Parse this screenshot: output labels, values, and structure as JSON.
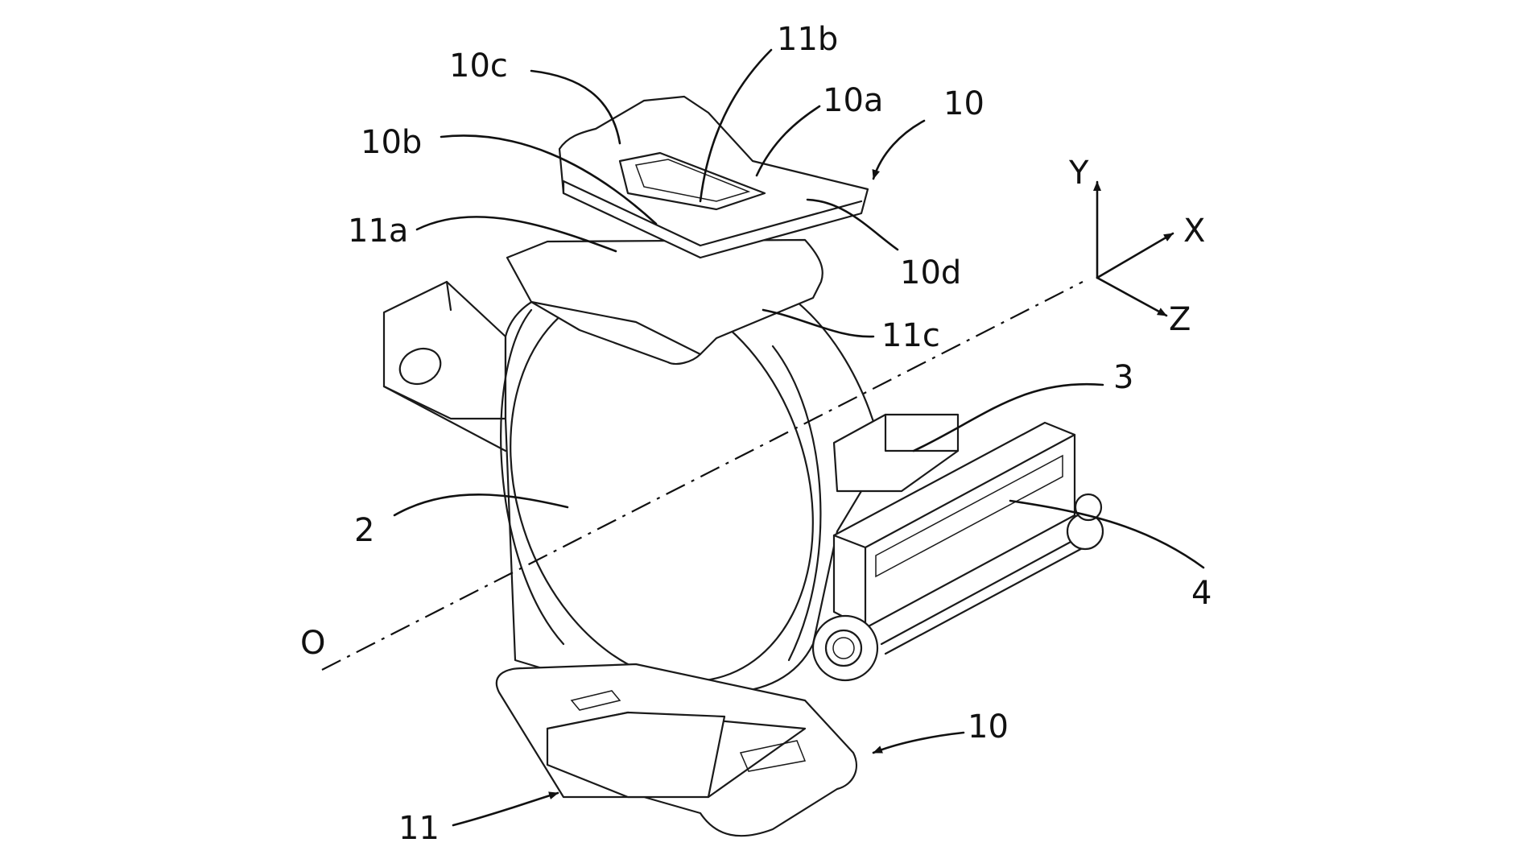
{
  "labels": {
    "ref_10c": "10c",
    "ref_11b": "11b",
    "ref_10a": "10a",
    "ref_10_top": "10",
    "ref_10b": "10b",
    "ref_11a": "11a",
    "ref_10d": "10d",
    "ref_11c": "11c",
    "ref_3": "3",
    "ref_2": "2",
    "ref_4": "4",
    "ref_O": "O",
    "ref_10_bottom": "10",
    "ref_11": "11"
  },
  "axes": {
    "y": "Y",
    "x": "X",
    "z": "Z"
  }
}
